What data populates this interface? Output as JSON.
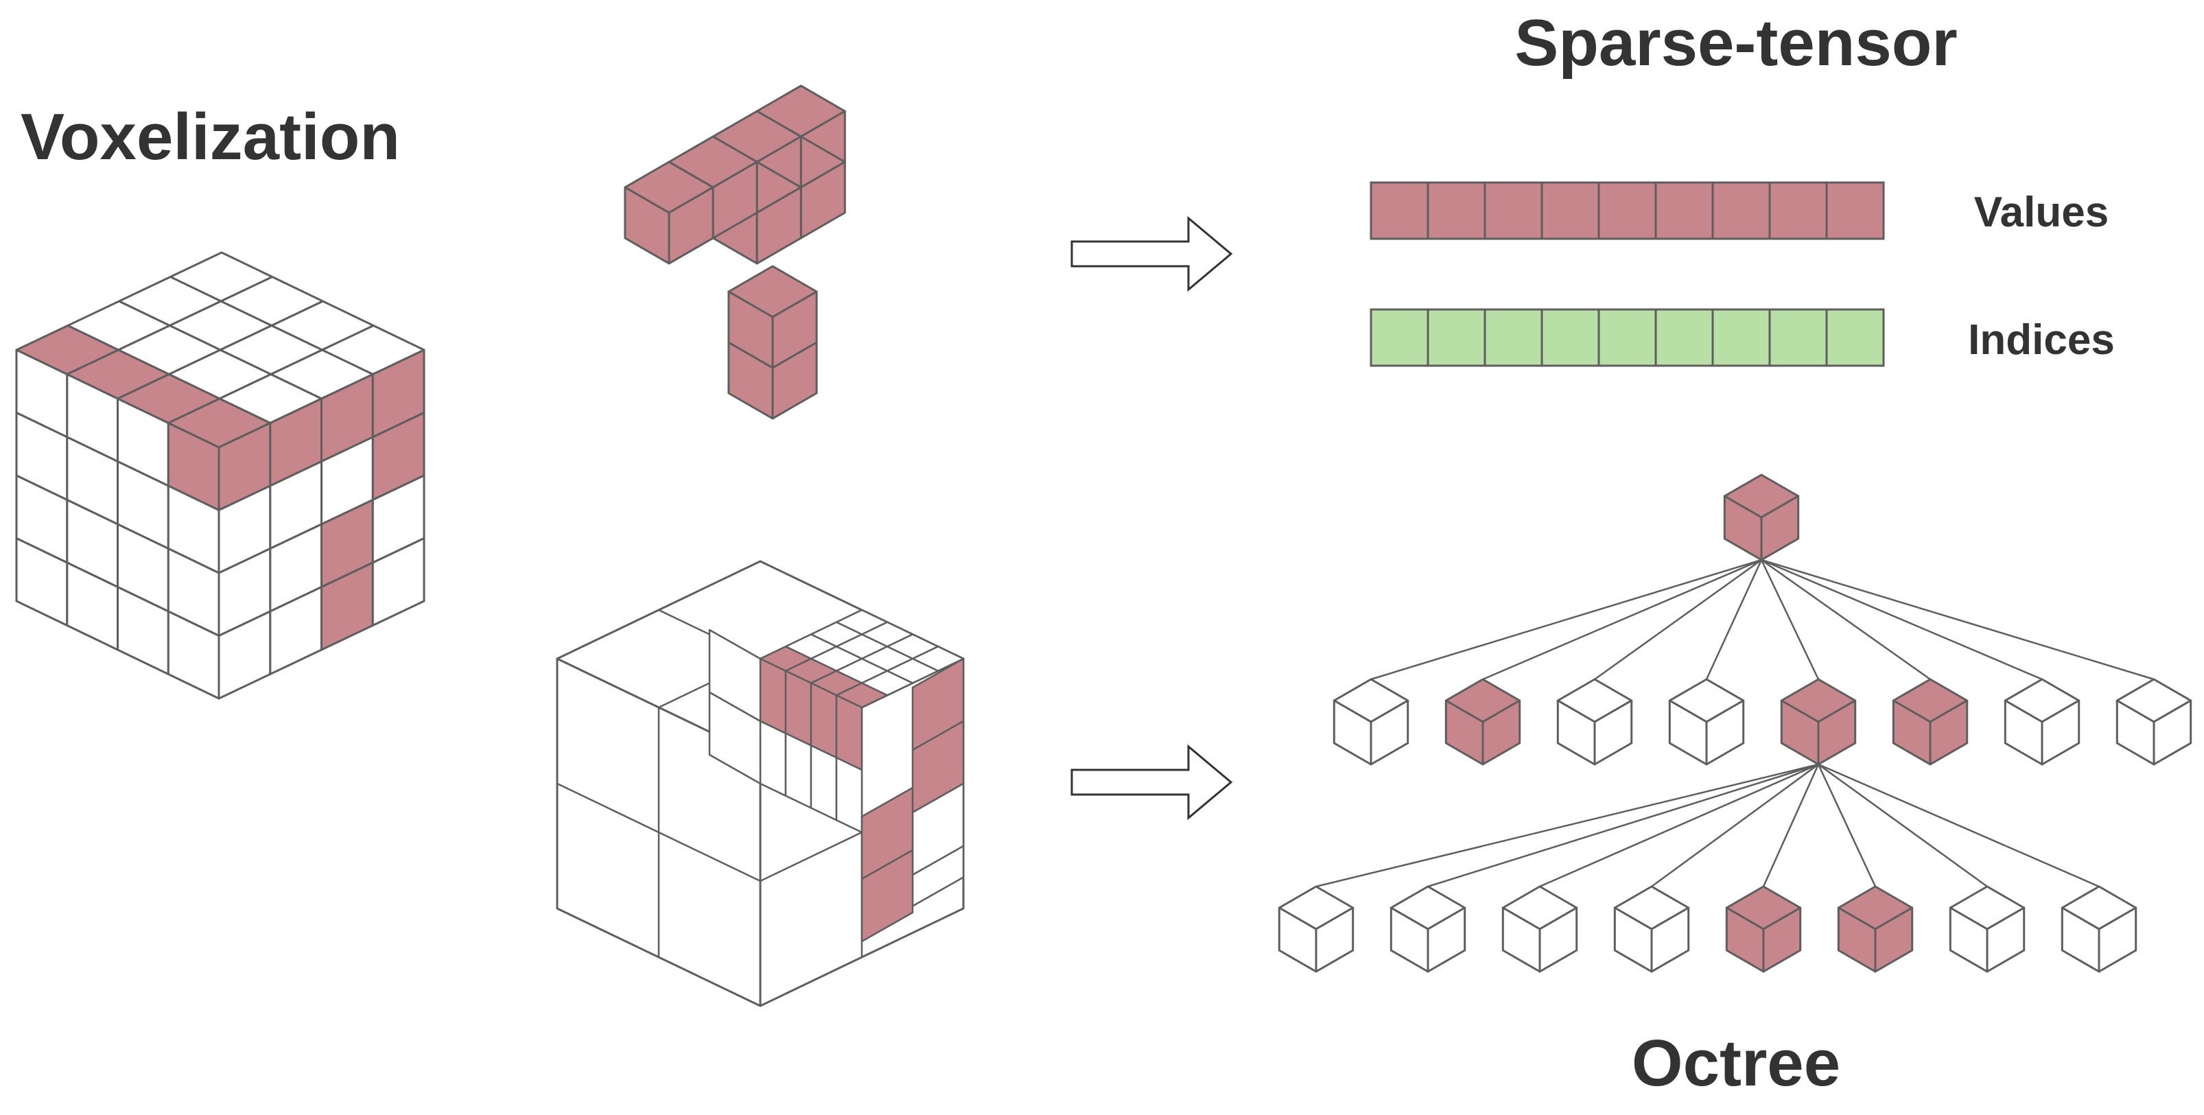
{
  "titles": {
    "voxelization": "Voxelization",
    "sparse_tensor": "Sparse-tensor",
    "octree": "Octree"
  },
  "labels": {
    "values": "Values",
    "indices": "Indices"
  },
  "sparse_tensor": {
    "values_cells": 9,
    "indices_cells": 9
  },
  "octree": {
    "level1": [
      false,
      true,
      false,
      false,
      true,
      true,
      false,
      false
    ],
    "level2": [
      false,
      false,
      false,
      false,
      true,
      true,
      false,
      false
    ]
  },
  "colors": {
    "occupied": "#c7868c",
    "occupied_side": "#c7868c",
    "index": "#b8dfa6",
    "empty": "#ffffff",
    "line": "#5e5e5e",
    "text": "#333333"
  }
}
